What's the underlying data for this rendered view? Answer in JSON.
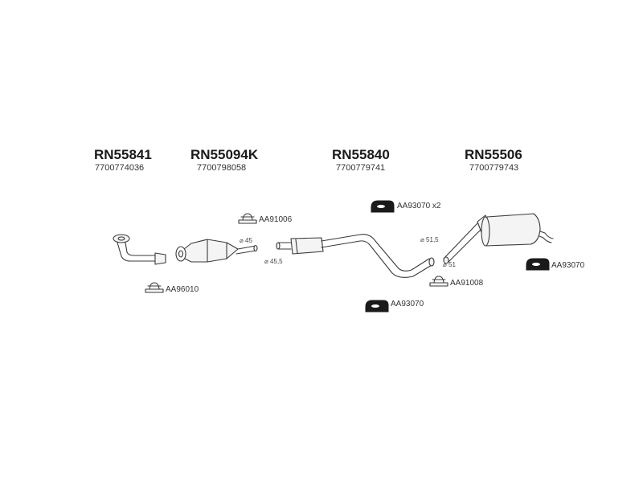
{
  "sections": [
    {
      "ref": "RN55841",
      "number": "7700774036"
    },
    {
      "ref": "RN55094K",
      "number": "7700798058"
    },
    {
      "ref": "RN55840",
      "number": "7700779741"
    },
    {
      "ref": "RN55506",
      "number": "7700779743"
    }
  ],
  "parts": {
    "clamp_left": "AA96010",
    "clamp_cat": "AA91006",
    "rubber_top": "AA93070 x2",
    "rubber_mid": "AA93070",
    "rubber_right": "AA93070",
    "clamp_mid": "AA91008"
  },
  "diameters": {
    "cat_out": "⌀ 45",
    "mid_in": "⌀ 45,5",
    "rear_in": "⌀ 51,5",
    "mid_out": "⌀ 51"
  },
  "colors": {
    "line": "#3a3a3a",
    "fill": "#f4f4f4",
    "rubber": "#1a1a1a"
  }
}
